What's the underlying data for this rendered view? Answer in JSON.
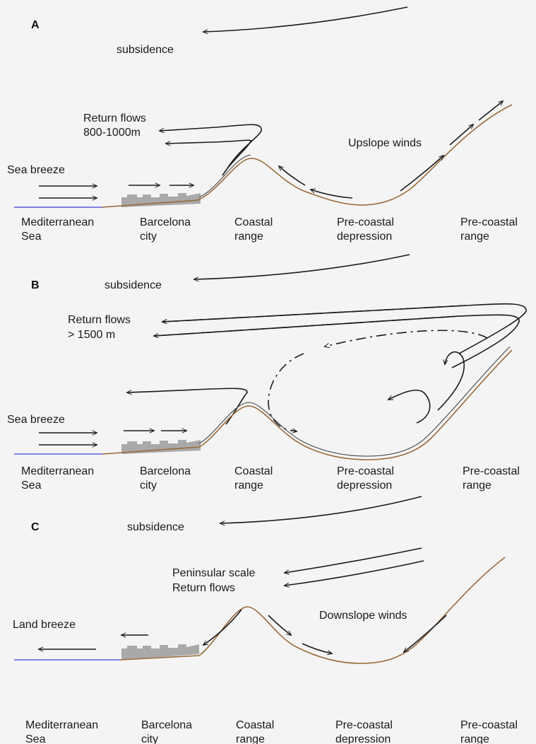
{
  "panels": [
    {
      "id": "A",
      "subsidence": "subsidence",
      "return_flows": [
        "Return flows",
        "800-1000m"
      ],
      "breeze": "Sea breeze",
      "slope_winds": "Upslope winds",
      "places": [
        [
          "Mediterranean",
          "Sea"
        ],
        [
          "Barcelona",
          "city"
        ],
        [
          "Coastal",
          "range"
        ],
        [
          "Pre-coastal",
          "depression"
        ],
        [
          "Pre-coastal",
          "range"
        ]
      ]
    },
    {
      "id": "B",
      "subsidence": "subsidence",
      "return_flows": [
        "Return flows",
        "> 1500 m"
      ],
      "breeze": "Sea breeze",
      "places": [
        [
          "Mediterranean",
          "Sea"
        ],
        [
          "Barcelona",
          "city"
        ],
        [
          "Coastal",
          "range"
        ],
        [
          "Pre-coastal",
          "depression"
        ],
        [
          "Pre-coastal",
          "range"
        ]
      ]
    },
    {
      "id": "C",
      "subsidence": "subsidence",
      "return_flows": [
        "Peninsular scale",
        "Return flows"
      ],
      "breeze": "Land breeze",
      "slope_winds": "Downslope winds",
      "places": [
        [
          "Mediterranean",
          "Sea"
        ],
        [
          "Barcelona",
          "city"
        ],
        [
          "Coastal",
          "range"
        ],
        [
          "Pre-coastal",
          "depression"
        ],
        [
          "Pre-coastal",
          "range"
        ]
      ]
    }
  ],
  "colors": {
    "terrain": "#9a6a3a",
    "sea": "#8080e0",
    "city": "#a9a9a9",
    "arrows": "#1a1a1a",
    "background": "#f4f4f4"
  }
}
